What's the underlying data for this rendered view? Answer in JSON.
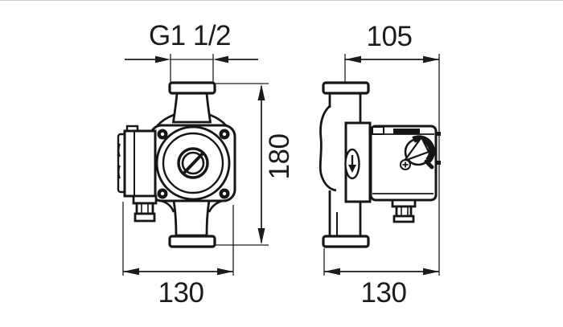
{
  "drawing": {
    "type": "technical-dimension-drawing",
    "subject": "circulation-pump-two-views",
    "background": "#ffffff",
    "line_color": "#161616",
    "dimensions": {
      "thread_size": "G1 1/2",
      "overall_height": "180",
      "front_port_distance": "130",
      "side_depth": "105",
      "side_port_distance": "130"
    }
  }
}
